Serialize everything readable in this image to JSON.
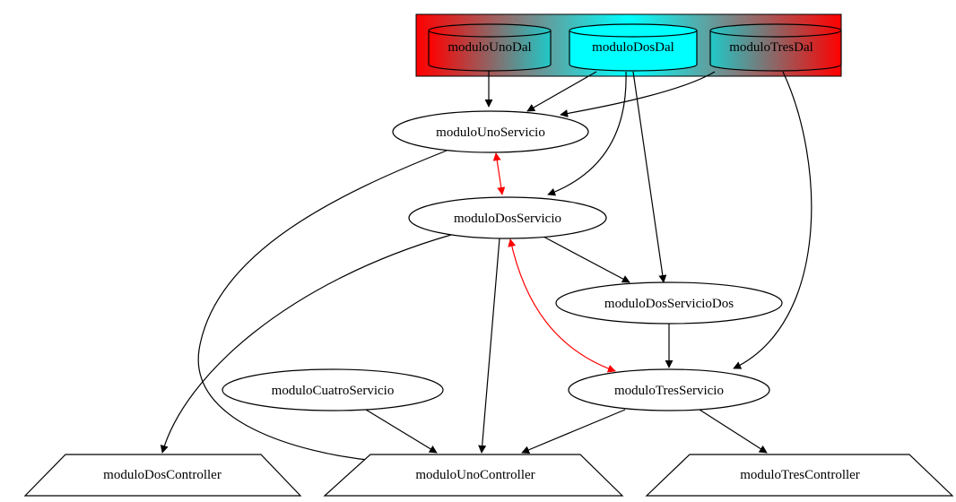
{
  "nodes": {
    "moduloUnoDal": "moduloUnoDal",
    "moduloDosDal": "moduloDosDal",
    "moduloTresDal": "moduloTresDal",
    "moduloUnoServicio": "moduloUnoServicio",
    "moduloDosServicio": "moduloDosServicio",
    "moduloDosServicioDos": "moduloDosServicioDos",
    "moduloCuatroServicio": "moduloCuatroServicio",
    "moduloTresServicio": "moduloTresServicio",
    "moduloDosController": "moduloDosController",
    "moduloUnoController": "moduloUnoController",
    "moduloTresController": "moduloTresController"
  },
  "colors": {
    "cluster_outer": "#ff0000",
    "cluster_inner": "#00ffff",
    "edge": "#000000",
    "circular_edge": "#ff0000"
  },
  "edges": [
    {
      "from": "moduloUnoDal",
      "to": "moduloUnoServicio"
    },
    {
      "from": "moduloDosDal",
      "to": "moduloUnoServicio"
    },
    {
      "from": "moduloTresDal",
      "to": "moduloUnoServicio"
    },
    {
      "from": "moduloDosDal",
      "to": "moduloDosServicio"
    },
    {
      "from": "moduloDosDal",
      "to": "moduloDosServicioDos"
    },
    {
      "from": "moduloTresDal",
      "to": "moduloTresServicio"
    },
    {
      "from": "moduloUnoServicio",
      "to": "moduloDosServicio",
      "bidirectional": true,
      "highlight": true
    },
    {
      "from": "moduloUnoServicio",
      "to": "moduloUnoController"
    },
    {
      "from": "moduloDosServicio",
      "to": "moduloDosServicioDos"
    },
    {
      "from": "moduloDosServicio",
      "to": "moduloDosController"
    },
    {
      "from": "moduloDosServicio",
      "to": "moduloUnoController"
    },
    {
      "from": "moduloDosServicio",
      "to": "moduloTresServicio",
      "bidirectional": true,
      "highlight": true
    },
    {
      "from": "moduloDosServicioDos",
      "to": "moduloTresServicio"
    },
    {
      "from": "moduloCuatroServicio",
      "to": "moduloUnoController"
    },
    {
      "from": "moduloTresServicio",
      "to": "moduloUnoController"
    },
    {
      "from": "moduloTresServicio",
      "to": "moduloTresController"
    }
  ]
}
